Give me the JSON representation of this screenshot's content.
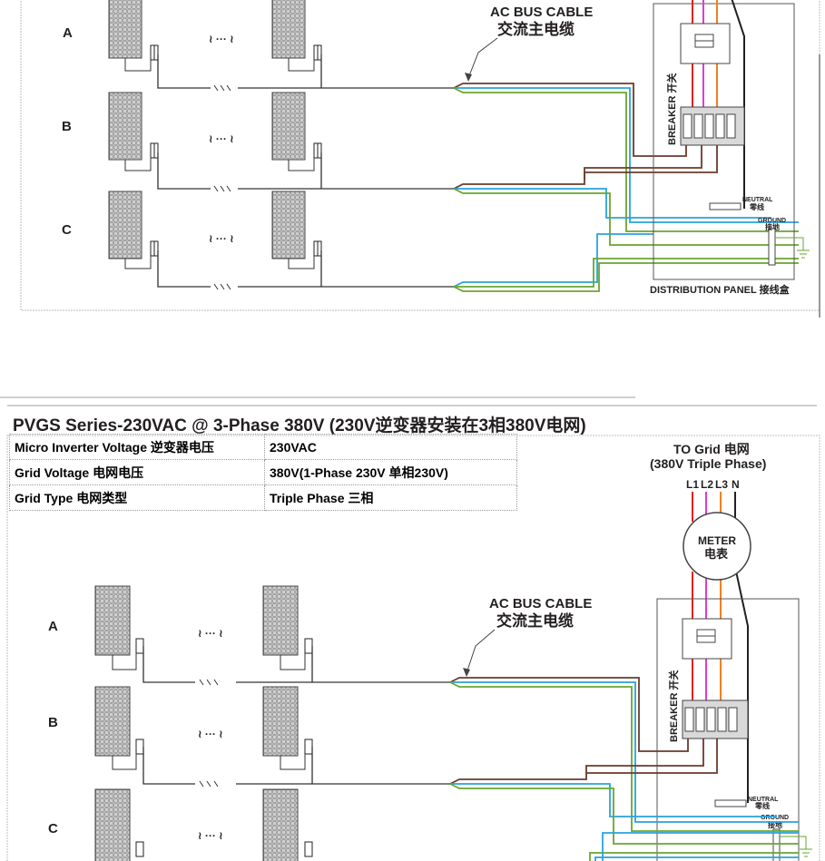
{
  "upper_diagram": {
    "rows": [
      "A",
      "B",
      "C"
    ],
    "series_mark": "≀ ··· ≀",
    "ac_bus_cable": "AC BUS CABLE",
    "ac_bus_cable_cn": "交流主电缆",
    "breaker": "BREAKER 开关",
    "neutral": "NEUTRAL",
    "neutral_cn": "零线",
    "ground": "GROUND",
    "ground_cn": "接地",
    "distribution_panel": "DISTRIBUTION PANEL 接线盒"
  },
  "title": "PVGS Series-230VAC @ 3-Phase 380V (230V逆变器安装在3相380V电网)",
  "specs": [
    {
      "label": "Micro Inverter Voltage 逆变器电压",
      "value": "230VAC"
    },
    {
      "label": "Grid  Voltage 电网电压",
      "value": "380V(1-Phase 230V 单相230V)"
    },
    {
      "label": "Grid Type 电网类型",
      "value": "Triple Phase 三相"
    }
  ],
  "lower_diagram": {
    "to_grid": "TO Grid 电网",
    "to_grid_sub": "(380V Triple Phase)",
    "phases": [
      "L1",
      "L2",
      "L3",
      "N"
    ],
    "meter": "METER",
    "meter_cn": "电表",
    "rows": [
      "A",
      "B",
      "C"
    ],
    "series_mark": "≀ ··· ≀",
    "ac_bus_cable": "AC BUS CABLE",
    "ac_bus_cable_cn": "交流主电缆",
    "breaker": "BREAKER 开关",
    "neutral": "NEUTRAL",
    "neutral_cn": "零线",
    "ground": "GROUND",
    "ground_cn": "接地"
  },
  "colors": {
    "l1": "#e2231a",
    "l2": "#e03cd0",
    "l3": "#f08020",
    "neutral": "#6b3a2a",
    "blue": "#29a3dd",
    "green": "#6aa531",
    "panel_fill": "#d9d9d9",
    "frame": "#bdbdbd",
    "ink": "#231f20"
  }
}
